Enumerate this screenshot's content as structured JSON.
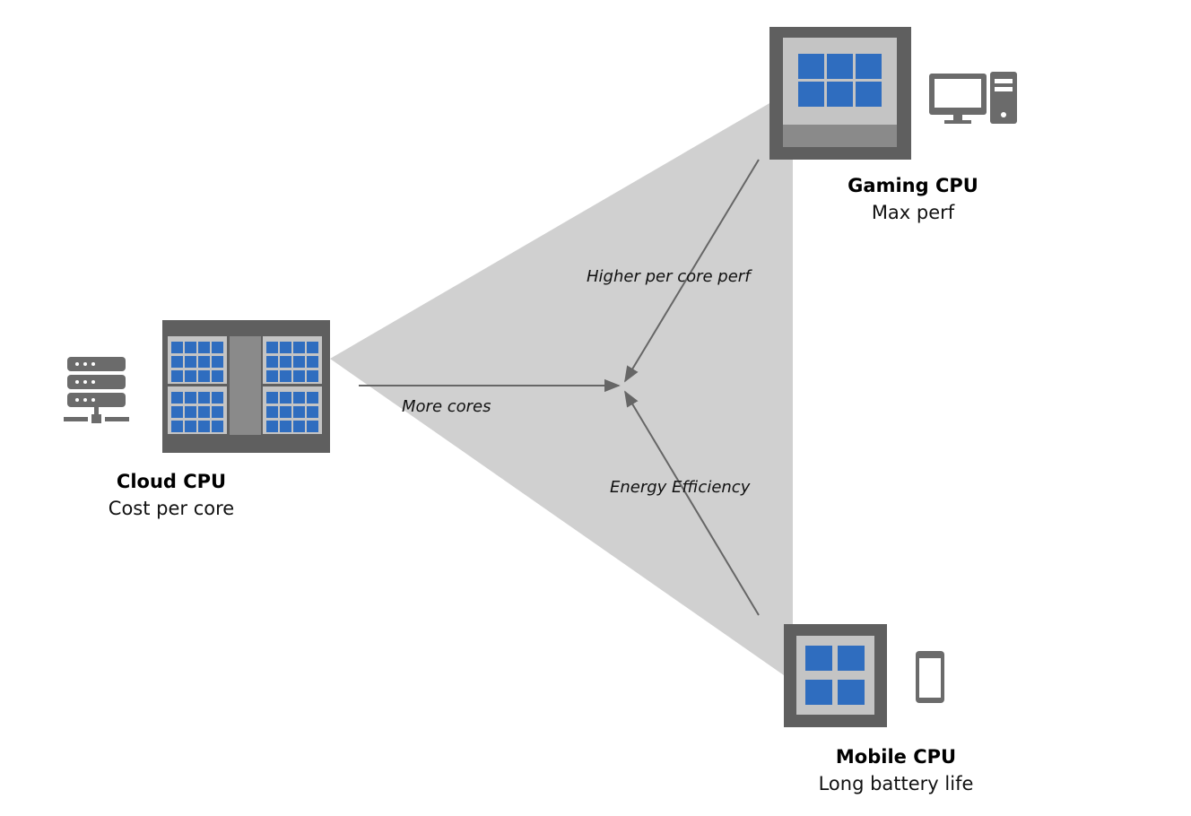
{
  "nodes": {
    "gaming": {
      "title": "Gaming CPU",
      "subtitle": "Max perf",
      "icon": "desktop-computer-icon"
    },
    "cloud": {
      "title": "Cloud CPU",
      "subtitle": "Cost per core",
      "icon": "server-rack-icon"
    },
    "mobile": {
      "title": "Mobile CPU",
      "subtitle": "Long battery life",
      "icon": "smartphone-icon"
    }
  },
  "arrows": {
    "cores": "More cores",
    "perf": "Higher per core perf",
    "efficiency": "Energy Efficiency"
  },
  "colors": {
    "chip_frame": "#5f5f5f",
    "chip_die": "#c4c4c4",
    "core_blue": "#2f6dbf",
    "triangle_fill": "#d0d0d0",
    "arrow": "#666666",
    "icon": "#6b6b6b"
  }
}
